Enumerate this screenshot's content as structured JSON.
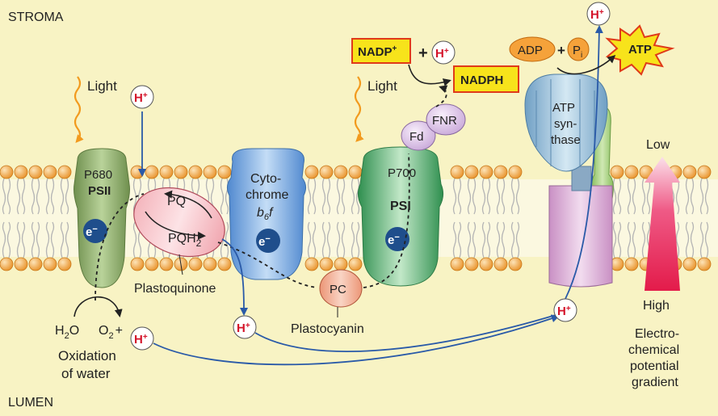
{
  "regions": {
    "stroma": "STROMA",
    "lumen": "LUMEN"
  },
  "light": {
    "label_psii": "Light",
    "label_psi": "Light"
  },
  "psii": {
    "name": "P680",
    "label": "PSII"
  },
  "pq": {
    "label1": "PQ",
    "label2_main": "PQH",
    "label2_sub": "2",
    "caption": "Plastoquinone"
  },
  "cytochrome": {
    "line1": "Cyto-",
    "line2": "chrome",
    "line3_main": "b",
    "line3_sub": "6",
    "line3_tail": "f"
  },
  "psi": {
    "name": "P700",
    "label": "PSI"
  },
  "pc": {
    "label": "PC",
    "caption": "Plastocyanin"
  },
  "fd": {
    "label": "Fd"
  },
  "fnr": {
    "label": "FNR"
  },
  "electron": {
    "main": "e",
    "sup": "−"
  },
  "proton": {
    "main": "H",
    "sup": "+"
  },
  "nadp": {
    "reactant_main": "NADP",
    "reactant_sup": "+",
    "plus": "+",
    "product": "NADPH"
  },
  "atp_synthase": {
    "line1": "ATP",
    "line2": "syn-",
    "line3": "thase"
  },
  "atp_reaction": {
    "adp": "ADP",
    "plus": "+",
    "pi_main": "P",
    "pi_sub": "i",
    "atp": "ATP"
  },
  "water": {
    "h2o_main": "H",
    "h2o_sub": "2",
    "h2o_tail": "O",
    "o2_main": "O",
    "o2_sub": "2",
    "plus": "+",
    "caption1": "Oxidation",
    "caption2": "of water"
  },
  "gradient": {
    "low": "Low",
    "high": "High",
    "caption1": "Electro-",
    "caption2": "chemical",
    "caption3": "potential",
    "caption4": "gradient"
  },
  "colors": {
    "background": "#f8f3c4",
    "lipid_head": "#f2a43a",
    "psii": "#8fae6a",
    "cytochrome": "#8fb9e6",
    "psi": "#4faa66",
    "proton_arrow": "#2a5aa8",
    "yellow_box": "#f7e31b",
    "gradient_red": "#e31b4a"
  }
}
